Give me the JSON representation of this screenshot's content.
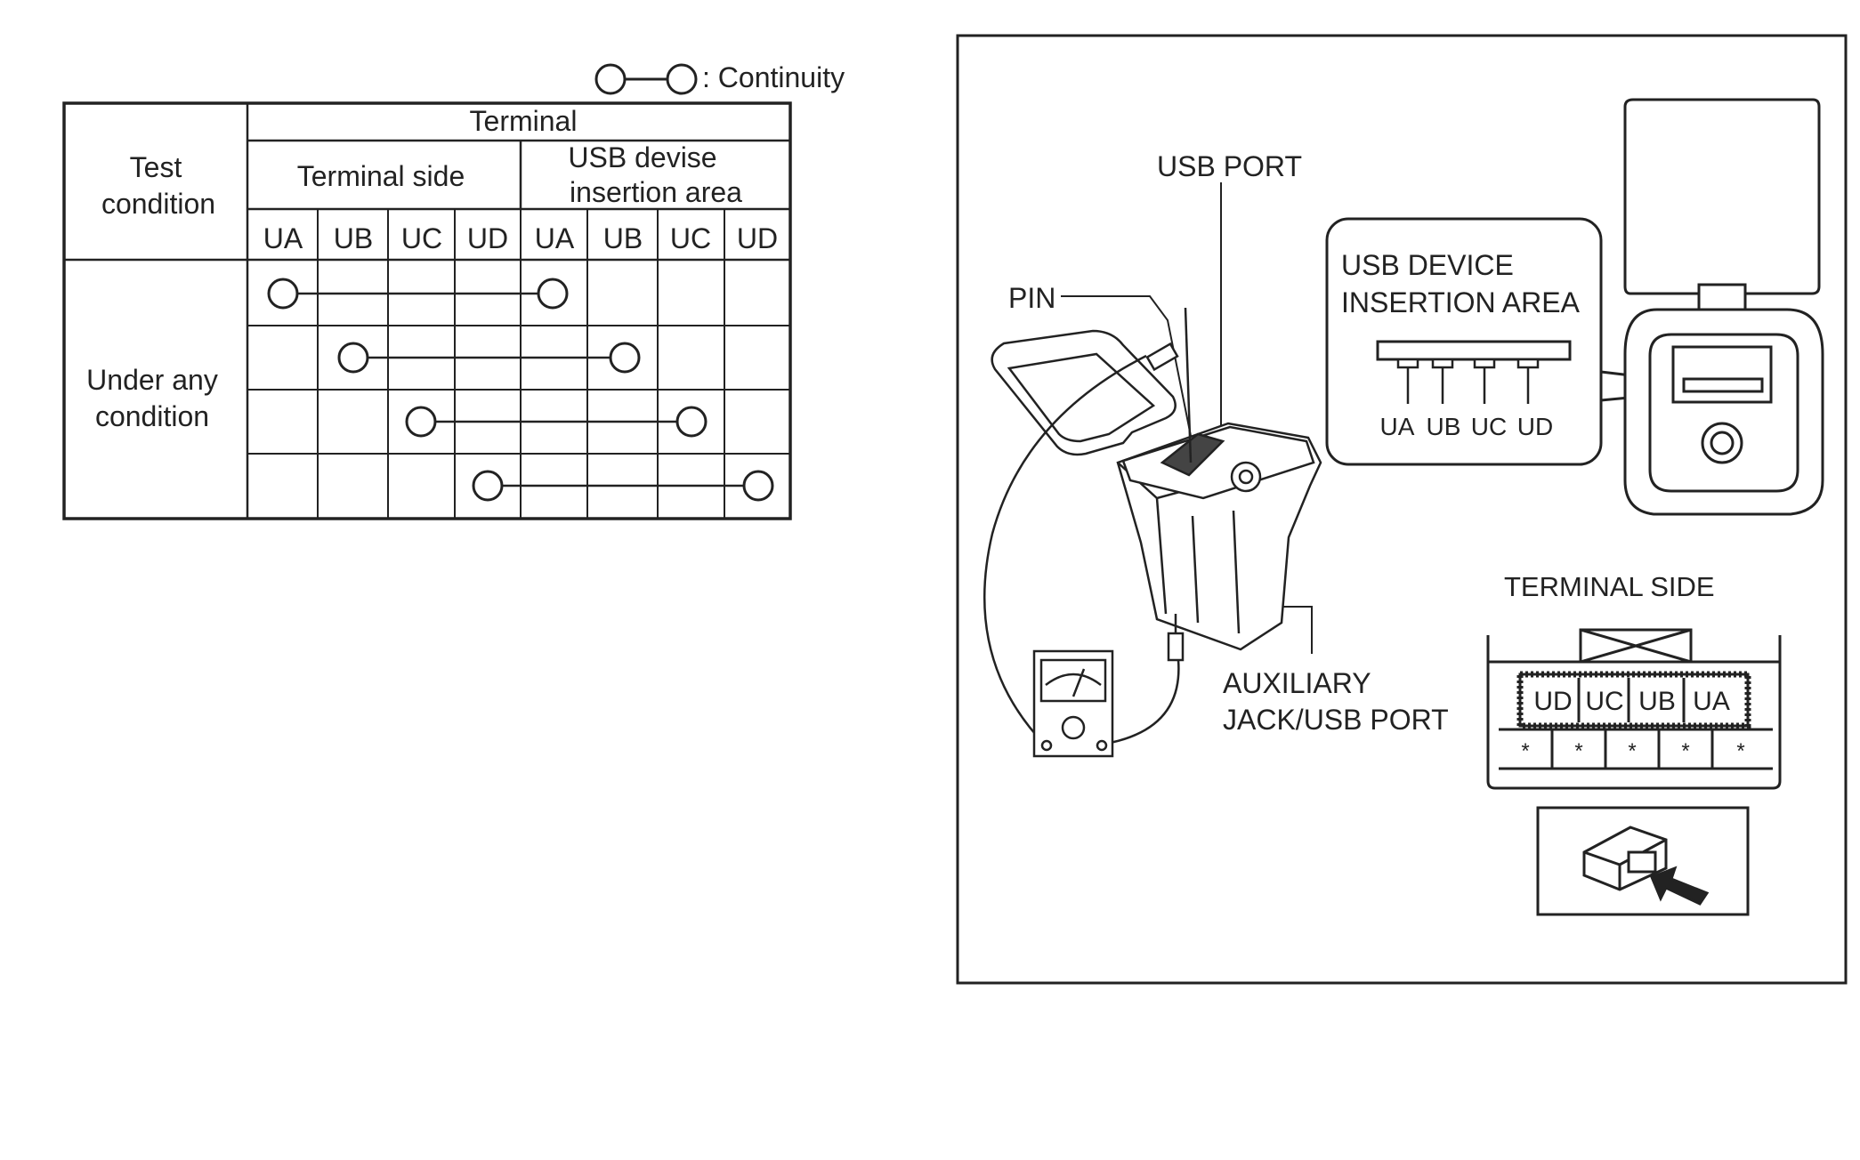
{
  "legend": {
    "text": ": Continuity"
  },
  "table": {
    "test_condition_header": [
      "Test",
      "condition"
    ],
    "terminal_header": "Terminal",
    "terminal_side_header": "Terminal side",
    "usb_area_header": [
      "USB devise",
      "insertion area"
    ],
    "terminal_side_cols": [
      "UA",
      "UB",
      "UC",
      "UD"
    ],
    "usb_area_cols": [
      "UA",
      "UB",
      "UC",
      "UD"
    ],
    "row_label": [
      "Under any",
      "condition"
    ],
    "connections": [
      {
        "from": "UA",
        "to": "UA"
      },
      {
        "from": "UB",
        "to": "UB"
      },
      {
        "from": "UC",
        "to": "UC"
      },
      {
        "from": "UD",
        "to": "UD"
      }
    ]
  },
  "diagram": {
    "usb_port_label": "USB PORT",
    "pin_label": "PIN",
    "insertion_area_label": [
      "USB DEVICE",
      "INSERTION AREA"
    ],
    "insertion_terminals": [
      "UA",
      "UB",
      "UC",
      "UD"
    ],
    "aux_label": [
      "AUXILIARY",
      "JACK/USB PORT"
    ],
    "terminal_side_label": "TERMINAL SIDE",
    "connector_terminals": [
      "UD",
      "UC",
      "UB",
      "UA"
    ],
    "connector_bottom_marks": [
      "*",
      "*",
      "*",
      "*",
      "*"
    ]
  }
}
